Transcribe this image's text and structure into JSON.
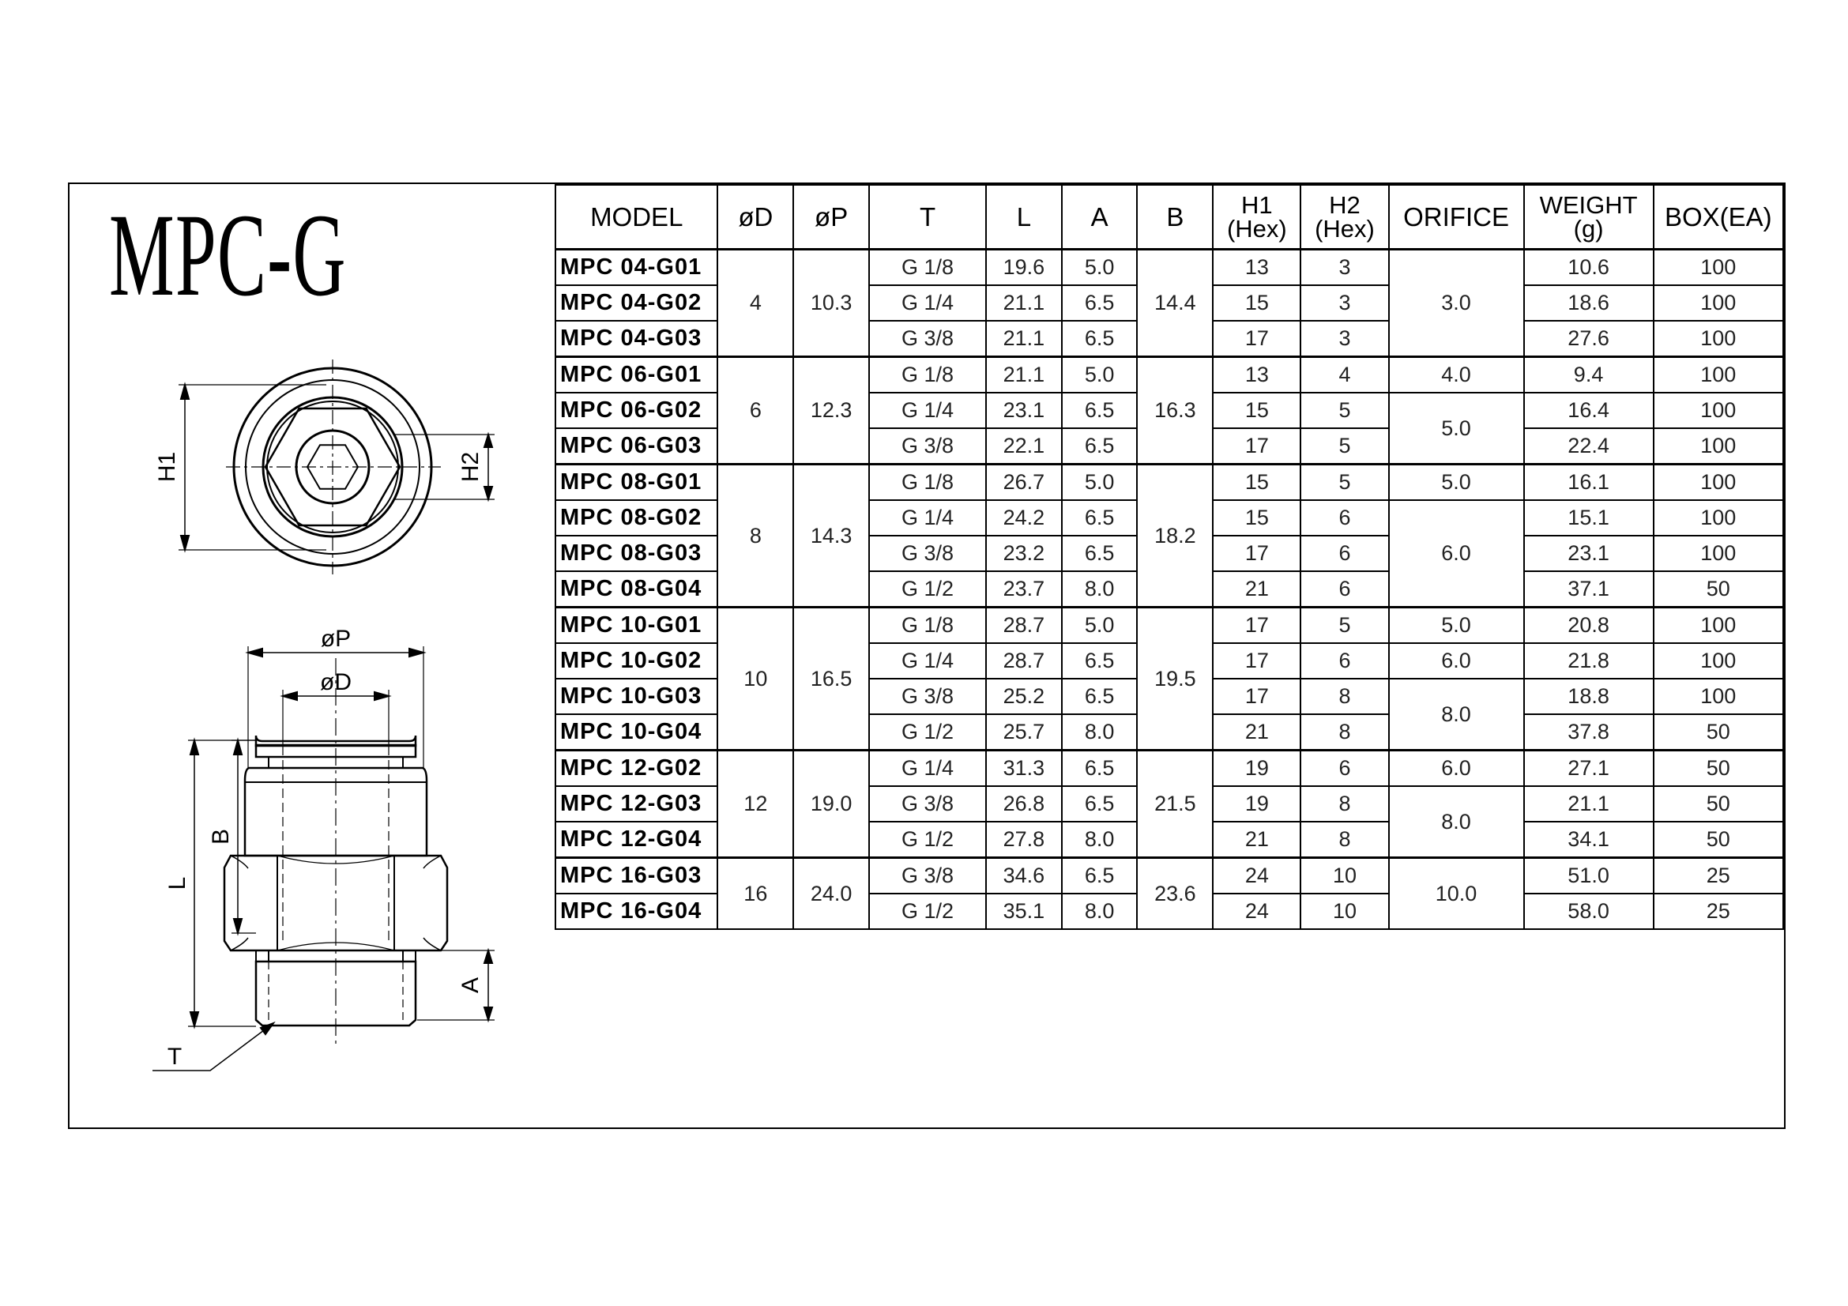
{
  "title": "MPC-G",
  "drawing_labels": {
    "h1": "H1",
    "h2": "H2",
    "p": "øP",
    "d": "øD",
    "b": "B",
    "l": "L",
    "a": "A",
    "t": "T"
  },
  "table": {
    "headers": {
      "model": "MODEL",
      "d": "øD",
      "p": "øP",
      "t": "T",
      "l": "L",
      "a": "A",
      "b": "B",
      "h1_top": "H1",
      "h1_bottom": "(Hex)",
      "h2_top": "H2",
      "h2_bottom": "(Hex)",
      "orifice": "ORIFICE",
      "weight_top": "WEIGHT",
      "weight_bottom": "(g)",
      "box": "BOX(EA)"
    },
    "groups": [
      {
        "d": "4",
        "p": "10.3",
        "b": "14.4",
        "rows": [
          {
            "model": "MPC 04-G01",
            "t": "G 1/8",
            "l": "19.6",
            "a": "5.0",
            "h1": "13",
            "h2": "3",
            "weight": "10.6",
            "box": "100"
          },
          {
            "model": "MPC 04-G02",
            "t": "G 1/4",
            "l": "21.1",
            "a": "6.5",
            "h1": "15",
            "h2": "3",
            "weight": "18.6",
            "box": "100"
          },
          {
            "model": "MPC 04-G03",
            "t": "G 3/8",
            "l": "21.1",
            "a": "6.5",
            "h1": "17",
            "h2": "3",
            "weight": "27.6",
            "box": "100"
          }
        ],
        "orifice": [
          {
            "value": "3.0",
            "span": 3
          }
        ]
      },
      {
        "d": "6",
        "p": "12.3",
        "b": "16.3",
        "rows": [
          {
            "model": "MPC 06-G01",
            "t": "G 1/8",
            "l": "21.1",
            "a": "5.0",
            "h1": "13",
            "h2": "4",
            "weight": "9.4",
            "box": "100"
          },
          {
            "model": "MPC 06-G02",
            "t": "G 1/4",
            "l": "23.1",
            "a": "6.5",
            "h1": "15",
            "h2": "5",
            "weight": "16.4",
            "box": "100"
          },
          {
            "model": "MPC 06-G03",
            "t": "G 3/8",
            "l": "22.1",
            "a": "6.5",
            "h1": "17",
            "h2": "5",
            "weight": "22.4",
            "box": "100"
          }
        ],
        "orifice": [
          {
            "value": "4.0",
            "span": 1
          },
          {
            "value": "5.0",
            "span": 2
          }
        ]
      },
      {
        "d": "8",
        "p": "14.3",
        "b": "18.2",
        "rows": [
          {
            "model": "MPC 08-G01",
            "t": "G 1/8",
            "l": "26.7",
            "a": "5.0",
            "h1": "15",
            "h2": "5",
            "weight": "16.1",
            "box": "100"
          },
          {
            "model": "MPC 08-G02",
            "t": "G 1/4",
            "l": "24.2",
            "a": "6.5",
            "h1": "15",
            "h2": "6",
            "weight": "15.1",
            "box": "100"
          },
          {
            "model": "MPC 08-G03",
            "t": "G 3/8",
            "l": "23.2",
            "a": "6.5",
            "h1": "17",
            "h2": "6",
            "weight": "23.1",
            "box": "100"
          },
          {
            "model": "MPC 08-G04",
            "t": "G 1/2",
            "l": "23.7",
            "a": "8.0",
            "h1": "21",
            "h2": "6",
            "weight": "37.1",
            "box": "50"
          }
        ],
        "orifice": [
          {
            "value": "5.0",
            "span": 1
          },
          {
            "value": "6.0",
            "span": 3
          }
        ]
      },
      {
        "d": "10",
        "p": "16.5",
        "b": "19.5",
        "rows": [
          {
            "model": "MPC 10-G01",
            "t": "G 1/8",
            "l": "28.7",
            "a": "5.0",
            "h1": "17",
            "h2": "5",
            "weight": "20.8",
            "box": "100"
          },
          {
            "model": "MPC 10-G02",
            "t": "G 1/4",
            "l": "28.7",
            "a": "6.5",
            "h1": "17",
            "h2": "6",
            "weight": "21.8",
            "box": "100"
          },
          {
            "model": "MPC 10-G03",
            "t": "G 3/8",
            "l": "25.2",
            "a": "6.5",
            "h1": "17",
            "h2": "8",
            "weight": "18.8",
            "box": "100"
          },
          {
            "model": "MPC 10-G04",
            "t": "G 1/2",
            "l": "25.7",
            "a": "8.0",
            "h1": "21",
            "h2": "8",
            "weight": "37.8",
            "box": "50"
          }
        ],
        "orifice": [
          {
            "value": "5.0",
            "span": 1
          },
          {
            "value": "6.0",
            "span": 1
          },
          {
            "value": "8.0",
            "span": 2
          }
        ]
      },
      {
        "d": "12",
        "p": "19.0",
        "b": "21.5",
        "rows": [
          {
            "model": "MPC 12-G02",
            "t": "G 1/4",
            "l": "31.3",
            "a": "6.5",
            "h1": "19",
            "h2": "6",
            "weight": "27.1",
            "box": "50"
          },
          {
            "model": "MPC 12-G03",
            "t": "G 3/8",
            "l": "26.8",
            "a": "6.5",
            "h1": "19",
            "h2": "8",
            "weight": "21.1",
            "box": "50"
          },
          {
            "model": "MPC 12-G04",
            "t": "G 1/2",
            "l": "27.8",
            "a": "8.0",
            "h1": "21",
            "h2": "8",
            "weight": "34.1",
            "box": "50"
          }
        ],
        "orifice": [
          {
            "value": "6.0",
            "span": 1
          },
          {
            "value": "8.0",
            "span": 2
          }
        ]
      },
      {
        "d": "16",
        "p": "24.0",
        "b": "23.6",
        "rows": [
          {
            "model": "MPC 16-G03",
            "t": "G 3/8",
            "l": "34.6",
            "a": "6.5",
            "h1": "24",
            "h2": "10",
            "weight": "51.0",
            "box": "25"
          },
          {
            "model": "MPC 16-G04",
            "t": "G 1/2",
            "l": "35.1",
            "a": "8.0",
            "h1": "24",
            "h2": "10",
            "weight": "58.0",
            "box": "25"
          }
        ],
        "orifice": [
          {
            "value": "10.0",
            "span": 2
          }
        ]
      }
    ]
  }
}
